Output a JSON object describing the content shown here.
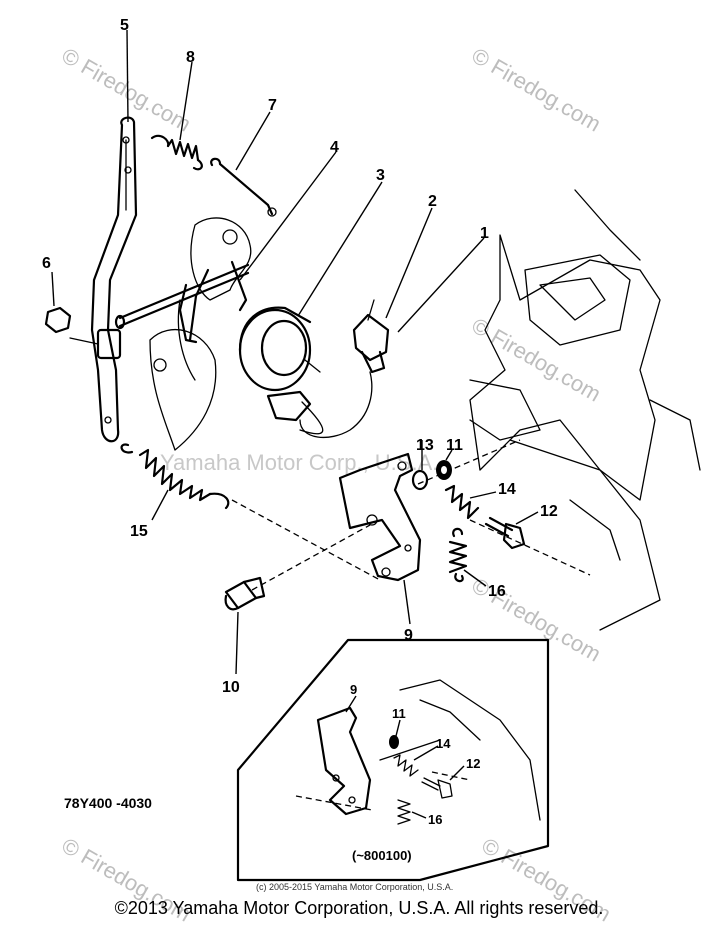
{
  "diagram": {
    "callouts": {
      "c1": "1",
      "c2": "2",
      "c3": "3",
      "c4": "4",
      "c5": "5",
      "c6": "6",
      "c7": "7",
      "c8": "8",
      "c9": "9",
      "c10": "10",
      "c11": "11",
      "c12": "12",
      "c13": "13",
      "c14": "14",
      "c15": "15",
      "c16": "16"
    },
    "inset": {
      "callouts": {
        "c9": "9",
        "c11": "11",
        "c12": "12",
        "c14": "14",
        "c16": "16"
      },
      "serial_range": "(~800100)"
    },
    "drawing_code": "78Y400 -4030",
    "small_copyright": "(c) 2005-2015 Yamaha Motor Corporation, U.S.A.",
    "center_watermark": "Yamaha Motor Corp., U.S.A.",
    "watermark": "© Firedog.com"
  },
  "copyright": "©2013 Yamaha Motor Corporation, U.S.A. All rights reserved."
}
